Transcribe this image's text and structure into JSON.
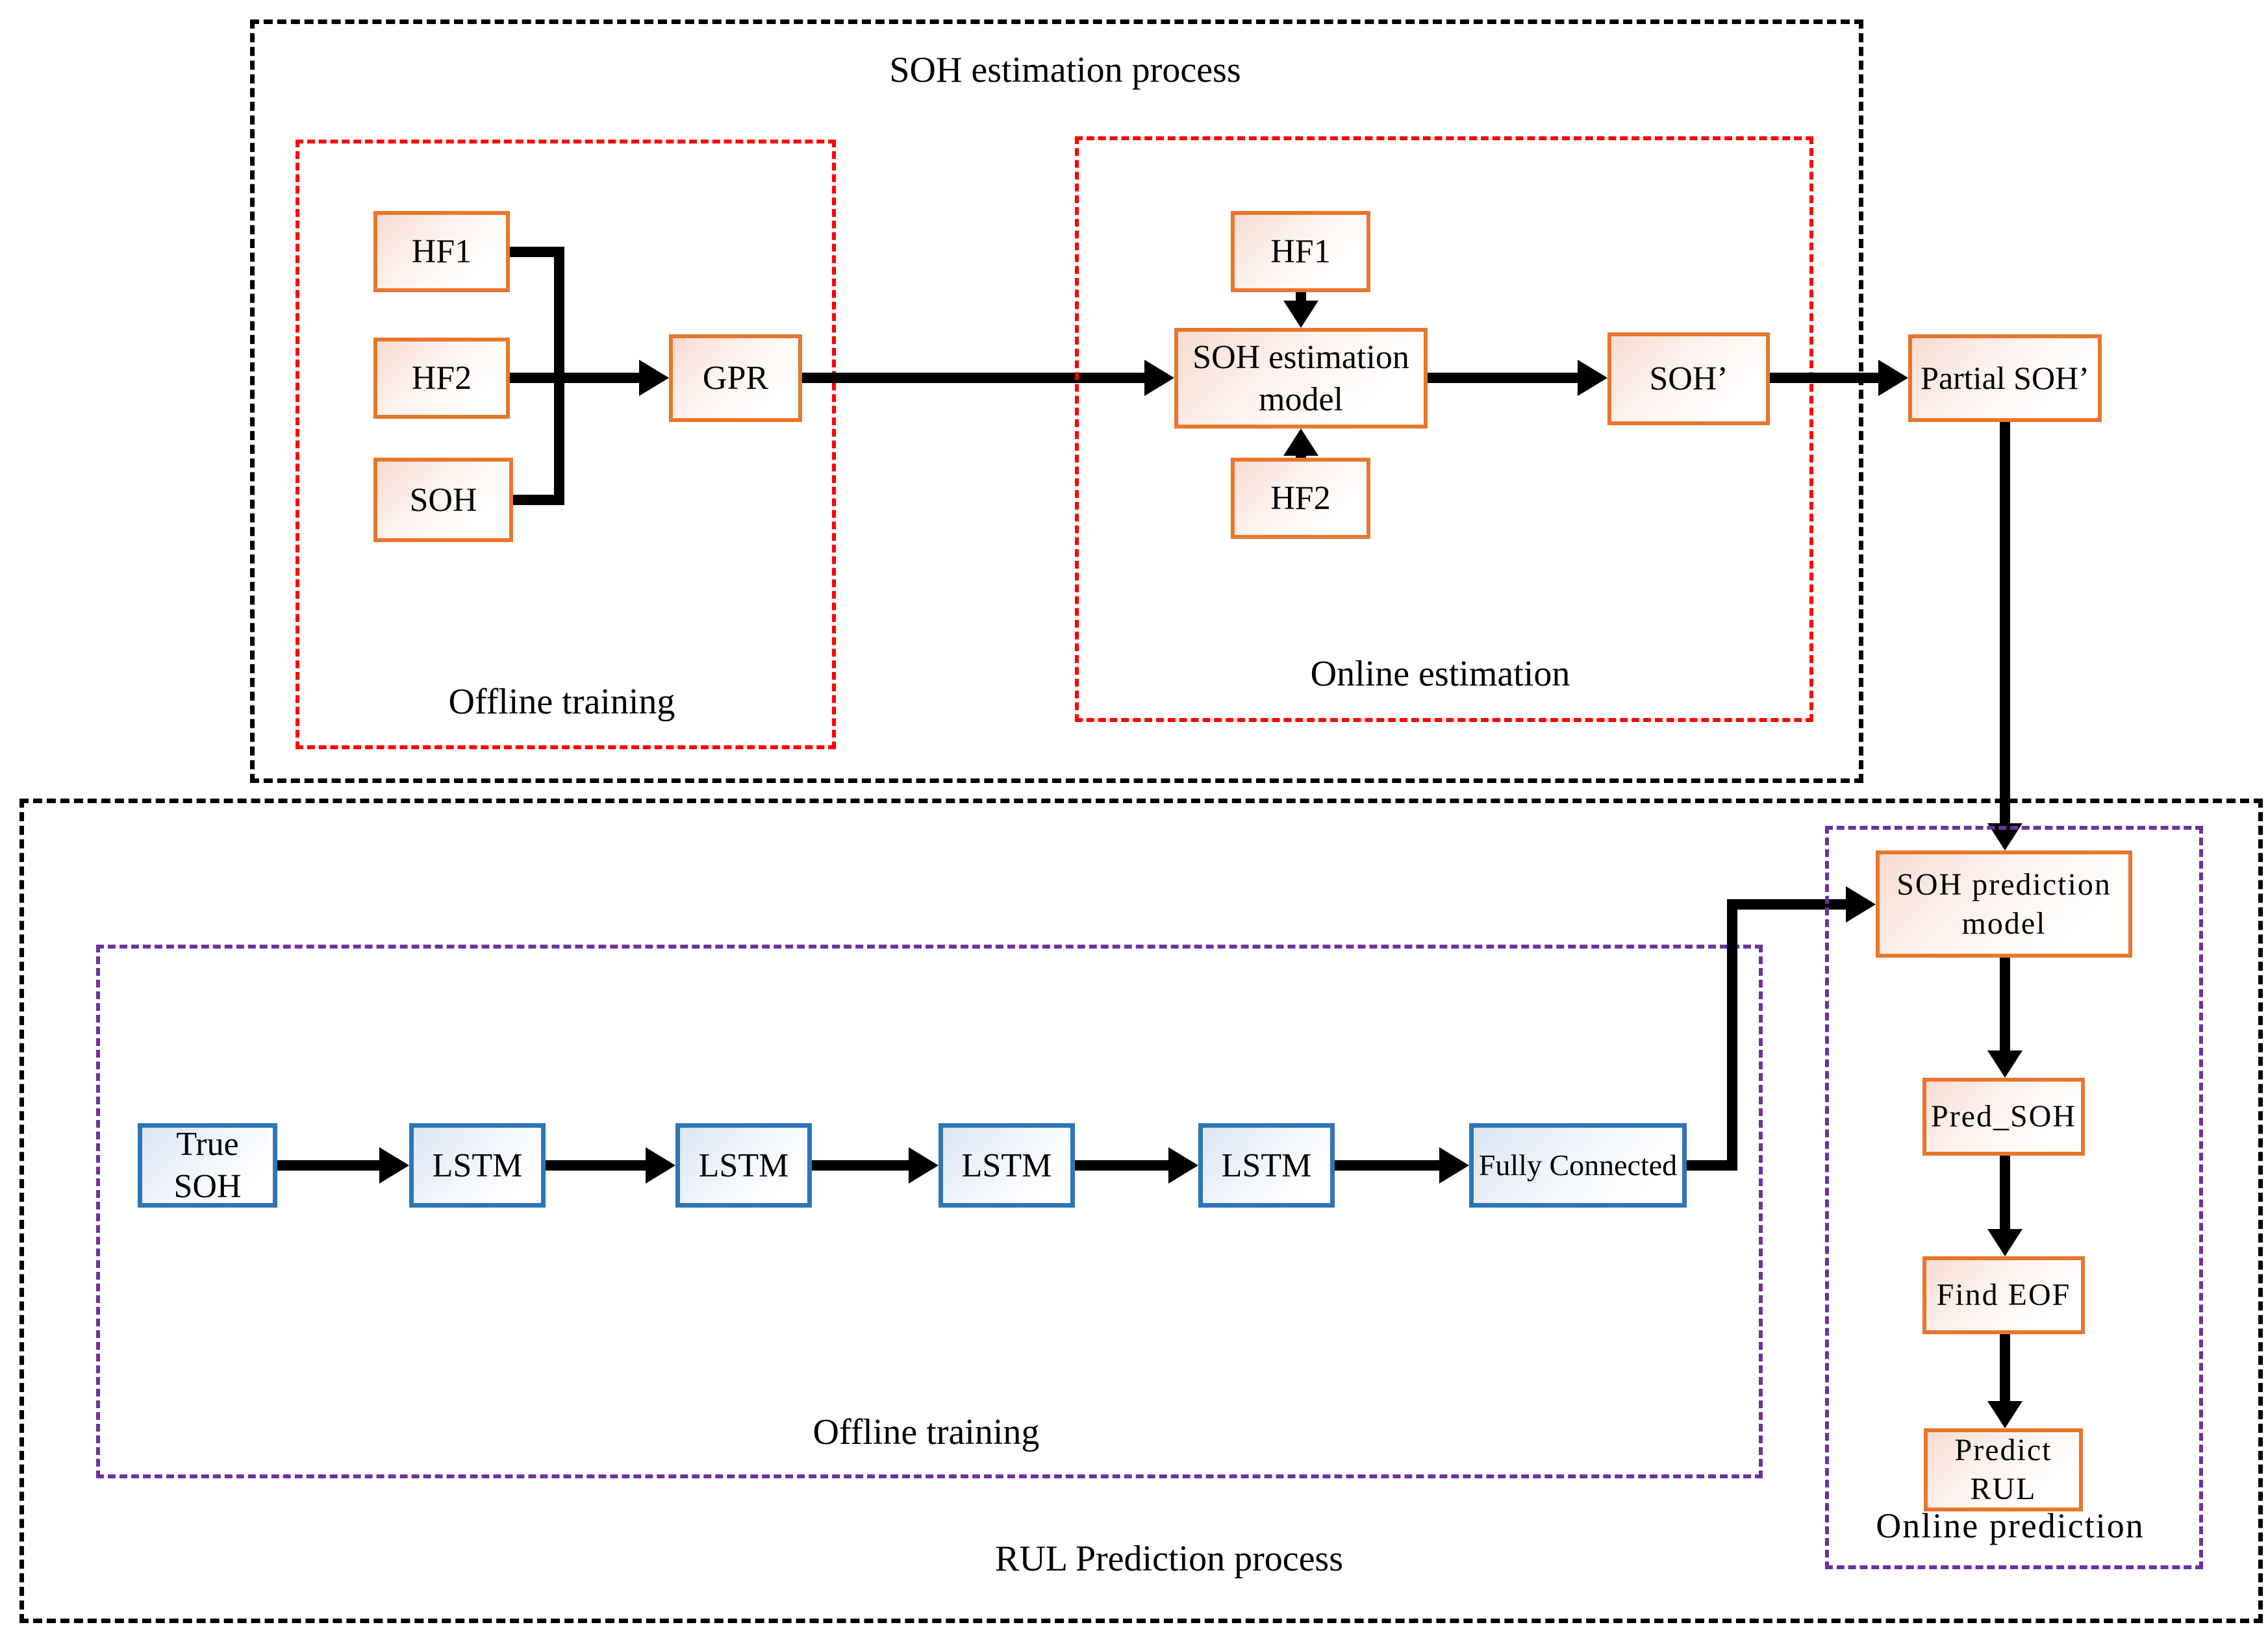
{
  "colors": {
    "box_border_orange": "#E8762C",
    "box_border_blue": "#2E75B6",
    "dashed_red": "#FF0000",
    "dashed_purple": "#7030A0",
    "dashed_black": "#000000",
    "arrow_black": "#000000"
  },
  "soh_estimation_process": {
    "title": "SOH estimation process",
    "offline_training": {
      "label": "Offline training",
      "boxes": {
        "hf1": "HF1",
        "hf2": "HF2",
        "soh": "SOH",
        "gpr": "GPR"
      }
    },
    "online_estimation": {
      "label": "Online estimation",
      "boxes": {
        "hf1": "HF1",
        "hf2": "HF2",
        "model": "SOH estimation model",
        "soh_prime": "SOH’"
      }
    },
    "partial_soh": "Partial SOH’"
  },
  "rul_prediction_process": {
    "title": "RUL Prediction process",
    "offline_training": {
      "label": "Offline training",
      "boxes": {
        "true_soh": "True SOH",
        "lstm": [
          "LSTM",
          "LSTM",
          "LSTM",
          "LSTM"
        ],
        "fully_connected": "Fully Connected"
      }
    },
    "online_prediction": {
      "label": "Online prediction",
      "boxes": {
        "model": "SOH prediction model",
        "pred_soh": "Pred_SOH",
        "find_eof": "Find EOF",
        "predict_rul": "Predict RUL"
      }
    }
  }
}
